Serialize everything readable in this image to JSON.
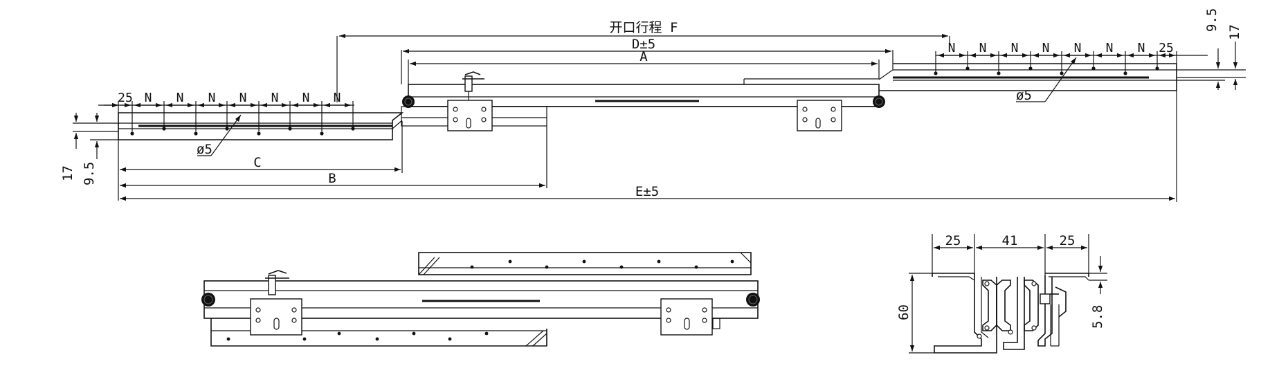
{
  "labels": {
    "open_travel": "开口行程 F",
    "d_tol": "D±5",
    "a": "A",
    "b": "B",
    "c": "C",
    "e_tol": "E±5",
    "pitch": "N",
    "edge_left": "25",
    "edge_right": "25",
    "dia_left": "ø5",
    "dia_right": "ø5",
    "dim_17_left": "17",
    "dim_95_left": "9.5",
    "dim_95_right": "9.5",
    "dim_17_right": "17",
    "sec_w1": "25",
    "sec_w2": "41",
    "sec_w3": "25",
    "sec_h": "60",
    "sec_gap": "5.8"
  },
  "colors": {
    "line": "#111111",
    "background": "#ffffff"
  }
}
